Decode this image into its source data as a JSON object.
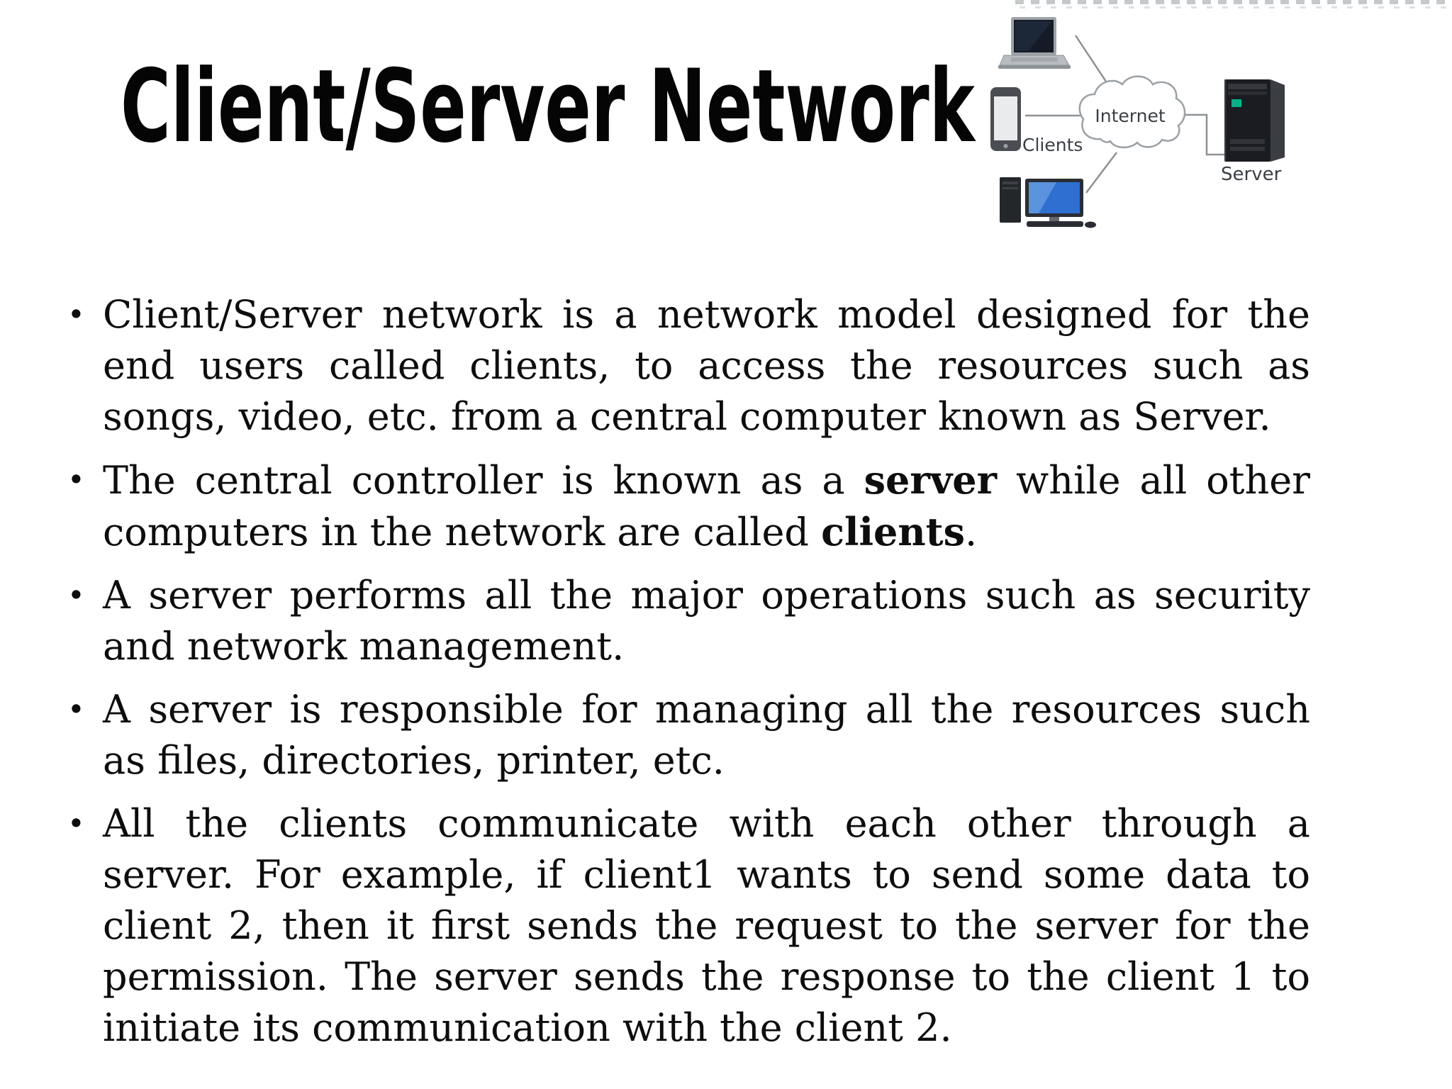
{
  "slide": {
    "title": "Client/Server Network",
    "bullet_char": "•",
    "bullets": [
      {
        "lines": [
          [
            {
              "t": "Client/Server network is a network model designed for the"
            }
          ],
          [
            {
              "t": "end users called clients, to access the resources such as"
            }
          ],
          [
            {
              "t": "songs, video, etc. from a central computer known as Server."
            }
          ]
        ]
      },
      {
        "lines": [
          [
            {
              "t": "The central controller is known as a "
            },
            {
              "t": "server",
              "b": true
            },
            {
              "t": " while all other"
            }
          ],
          [
            {
              "t": "computers in the network are called "
            },
            {
              "t": "clients",
              "b": true
            },
            {
              "t": "."
            }
          ]
        ]
      },
      {
        "lines": [
          [
            {
              "t": "A server performs all the major operations such as security"
            }
          ],
          [
            {
              "t": "and network management."
            }
          ]
        ]
      },
      {
        "lines": [
          [
            {
              "t": "A server is responsible for managing all the resources such"
            }
          ],
          [
            {
              "t": "as files, directories, printer, etc."
            }
          ]
        ]
      },
      {
        "lines": [
          [
            {
              "t": "All the clients communicate with each other through a"
            }
          ],
          [
            {
              "t": "server. For example, if client1 wants to send some data to"
            }
          ],
          [
            {
              "t": "client 2, then it first sends the request to the server for the"
            }
          ],
          [
            {
              "t": "permission. The server sends the response to the client 1 to"
            }
          ],
          [
            {
              "t": "initiate its communication with the client 2."
            }
          ]
        ]
      }
    ]
  },
  "diagram": {
    "labels": {
      "clients": "Clients",
      "internet": "Internet",
      "server": "Server"
    },
    "icons": [
      "laptop-icon",
      "smartphone-icon",
      "desktop-computer-icon",
      "internet-cloud",
      "server-tower-icon"
    ],
    "colors": {
      "connector_line": "#8d9296",
      "cloud_stroke": "#9aa0a5",
      "device_dark": "#1b1e24",
      "device_silver": "#b9bdc1",
      "screen_blue": "#2e6fd1",
      "server_black": "#1a1c21",
      "server_green": "#00b388",
      "label_text": "#3b3f45"
    }
  },
  "page": {
    "background": "#ffffff",
    "text_color": "#0d0d0d"
  }
}
